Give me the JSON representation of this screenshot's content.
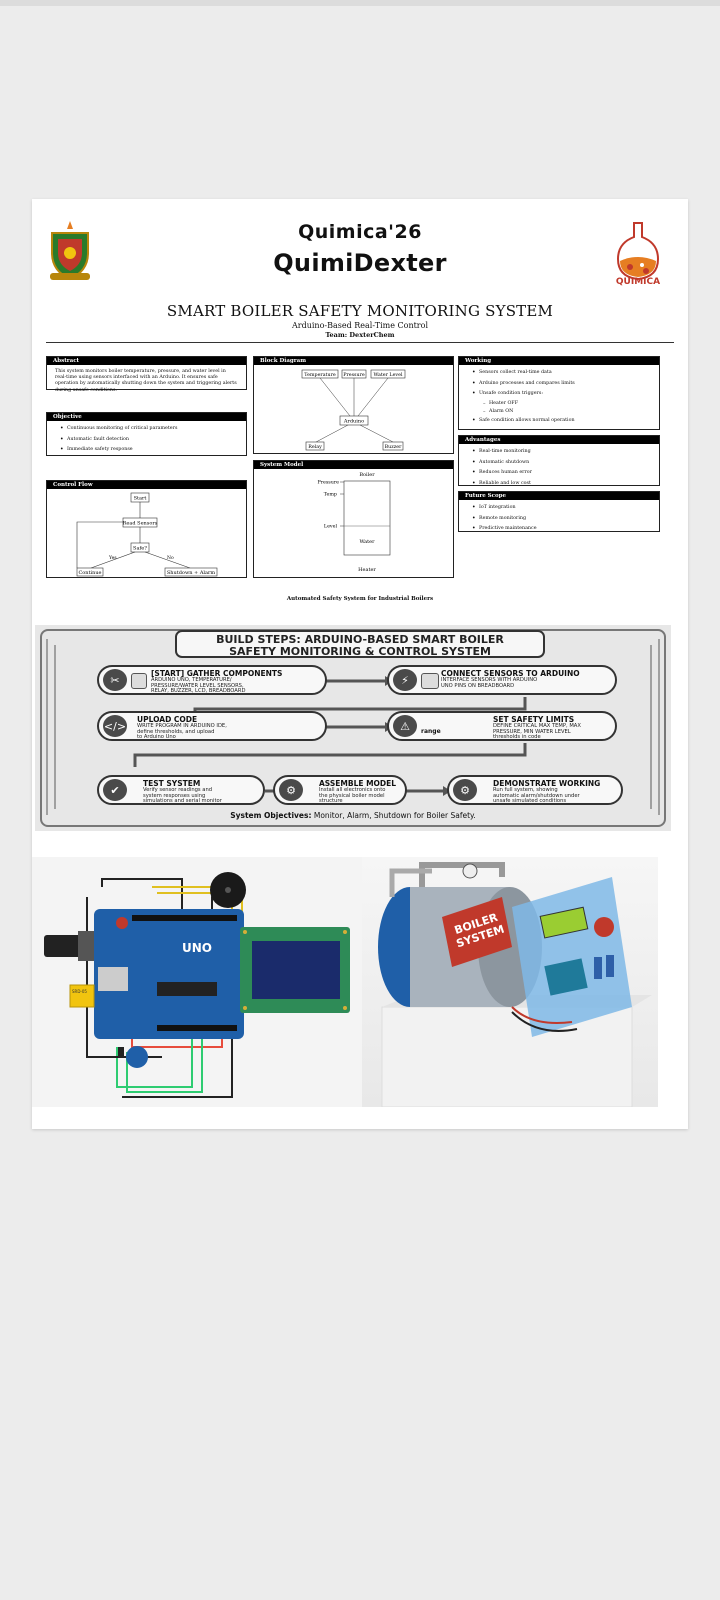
{
  "header": {
    "brand_line1": "Quimica'26",
    "brand_line2": "QuimiDexter",
    "logo_right_text": "QUIMICA",
    "title": "SMART BOILER SAFETY MONITORING SYSTEM",
    "subtitle": "Arduino-Based Real-Time Control",
    "team": "Team: DexterChem"
  },
  "abstract": {
    "heading": "Abstract",
    "text": "This system monitors boiler temperature, pressure, and water level in real-time using sensors interfaced with an Arduino. It ensures safe operation by automatically shutting down the system and triggering alerts during unsafe conditions."
  },
  "objective": {
    "heading": "Objective",
    "items": [
      "Continuous monitoring of critical parameters",
      "Automatic fault detection",
      "Immediate safety response"
    ]
  },
  "control_flow": {
    "heading": "Control Flow",
    "start": "Start",
    "read": "Read Sensors",
    "decision": "Safe?",
    "yes": "Yes",
    "no": "No",
    "continue": "Continue",
    "shutdown": "Shutdown + Alarm"
  },
  "block_diagram": {
    "heading": "Block Diagram",
    "inputs": [
      "Temperature",
      "Pressure",
      "Water Level"
    ],
    "core": "Arduino",
    "outputs": [
      "Relay",
      "Buzzer"
    ]
  },
  "system_model": {
    "heading": "System Model",
    "top": "Boiler",
    "labels": [
      "Pressure",
      "Temp",
      "Level"
    ],
    "water": "Water",
    "bottom": "Heater"
  },
  "working": {
    "heading": "Working",
    "items": [
      "Sensors collect real-time data",
      "Arduino processes and compares limits",
      "Unsafe condition triggers:"
    ],
    "subitems": [
      "Heater OFF",
      "Alarm ON"
    ],
    "last": "Safe condition allows normal operation"
  },
  "advantages": {
    "heading": "Advantages",
    "items": [
      "Real-time monitoring",
      "Automatic shutdown",
      "Reduces human error",
      "Reliable and low cost"
    ]
  },
  "future_scope": {
    "heading": "Future Scope",
    "items": [
      "IoT integration",
      "Remote monitoring",
      "Predictive maintenance"
    ]
  },
  "footer_line": "Automated Safety System for Industrial Boilers",
  "build_steps": {
    "title_line1": "BUILD STEPS: ARDUINO-BASED SMART BOILER",
    "title_line2": "SAFETY MONITORING & CONTROL SYSTEM",
    "steps": [
      {
        "title": "[START] GATHER COMPONENTS",
        "desc": "ARDUINO UNO, TEMPERATURE/\nPRESSURE/WATER LEVEL SENSORS,\nRELAY, BUZZER, LCD, BREADBOARD",
        "icon": "tools-icon"
      },
      {
        "title": "CONNECT SENSORS TO ARDUINO",
        "desc": "INTERFACE SENSORS WITH ARDUINO\nUNO PINS ON BREADBOARD",
        "icon": "plug-icon"
      },
      {
        "title": "UPLOAD CODE",
        "desc": "WRITE PROGRAM IN ARDUINO IDE,\ndefine thresholds, and upload\nto Arduino Uno",
        "icon": "code-icon"
      },
      {
        "title": "SET SAFETY LIMITS",
        "desc": "DEFINE CRITICAL MAX TEMP, MAX\nPRESSURE, MIN WATER LEVEL\nthresholds in code",
        "icon": "warning-icon",
        "badge": "range"
      },
      {
        "title": "TEST SYSTEM",
        "desc": "Verify sensor readings and\nsystem responses using\nsimulations and serial monitor",
        "icon": "tools-icon"
      },
      {
        "title": "ASSEMBLE MODEL",
        "desc": "Install all electronics onto\nthe physical boiler model\nstructure",
        "icon": "wrench-icon"
      },
      {
        "title": "DEMONSTRATE WORKING",
        "desc": "Run full system, showing\nautomatic alarm/shutdown under\nunsafe simulated conditions",
        "icon": "gears-icon"
      }
    ],
    "objectives_label": "System Objectives:",
    "objectives_text": "Monitor, Alarm, Shutdown for Boiler Safety."
  },
  "circuit_image": {
    "board_text": "UNO",
    "relay_label": "SRD-05"
  },
  "model_image": {
    "boiler_label_1": "BOILER",
    "boiler_label_2": "SYSTEM"
  },
  "colors": {
    "accent_red": "#c0392b",
    "arduino_blue": "#1f5fa8",
    "lcd_green": "#2e8b57"
  }
}
